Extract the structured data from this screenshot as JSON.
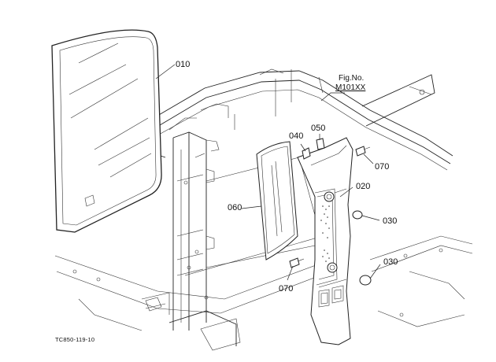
{
  "figure": {
    "fig_no_label": "Fig.No.",
    "fig_no_value": "M101XX",
    "drawing_code": "TC850-119-10"
  },
  "callouts": [
    {
      "id": "p010",
      "text": "010"
    },
    {
      "id": "p020",
      "text": "020"
    },
    {
      "id": "p030a",
      "text": "030"
    },
    {
      "id": "p030b",
      "text": "030"
    },
    {
      "id": "p040",
      "text": "040"
    },
    {
      "id": "p050",
      "text": "050"
    },
    {
      "id": "p060",
      "text": "060"
    },
    {
      "id": "p070a",
      "text": "070"
    },
    {
      "id": "p070b",
      "text": "070"
    }
  ]
}
